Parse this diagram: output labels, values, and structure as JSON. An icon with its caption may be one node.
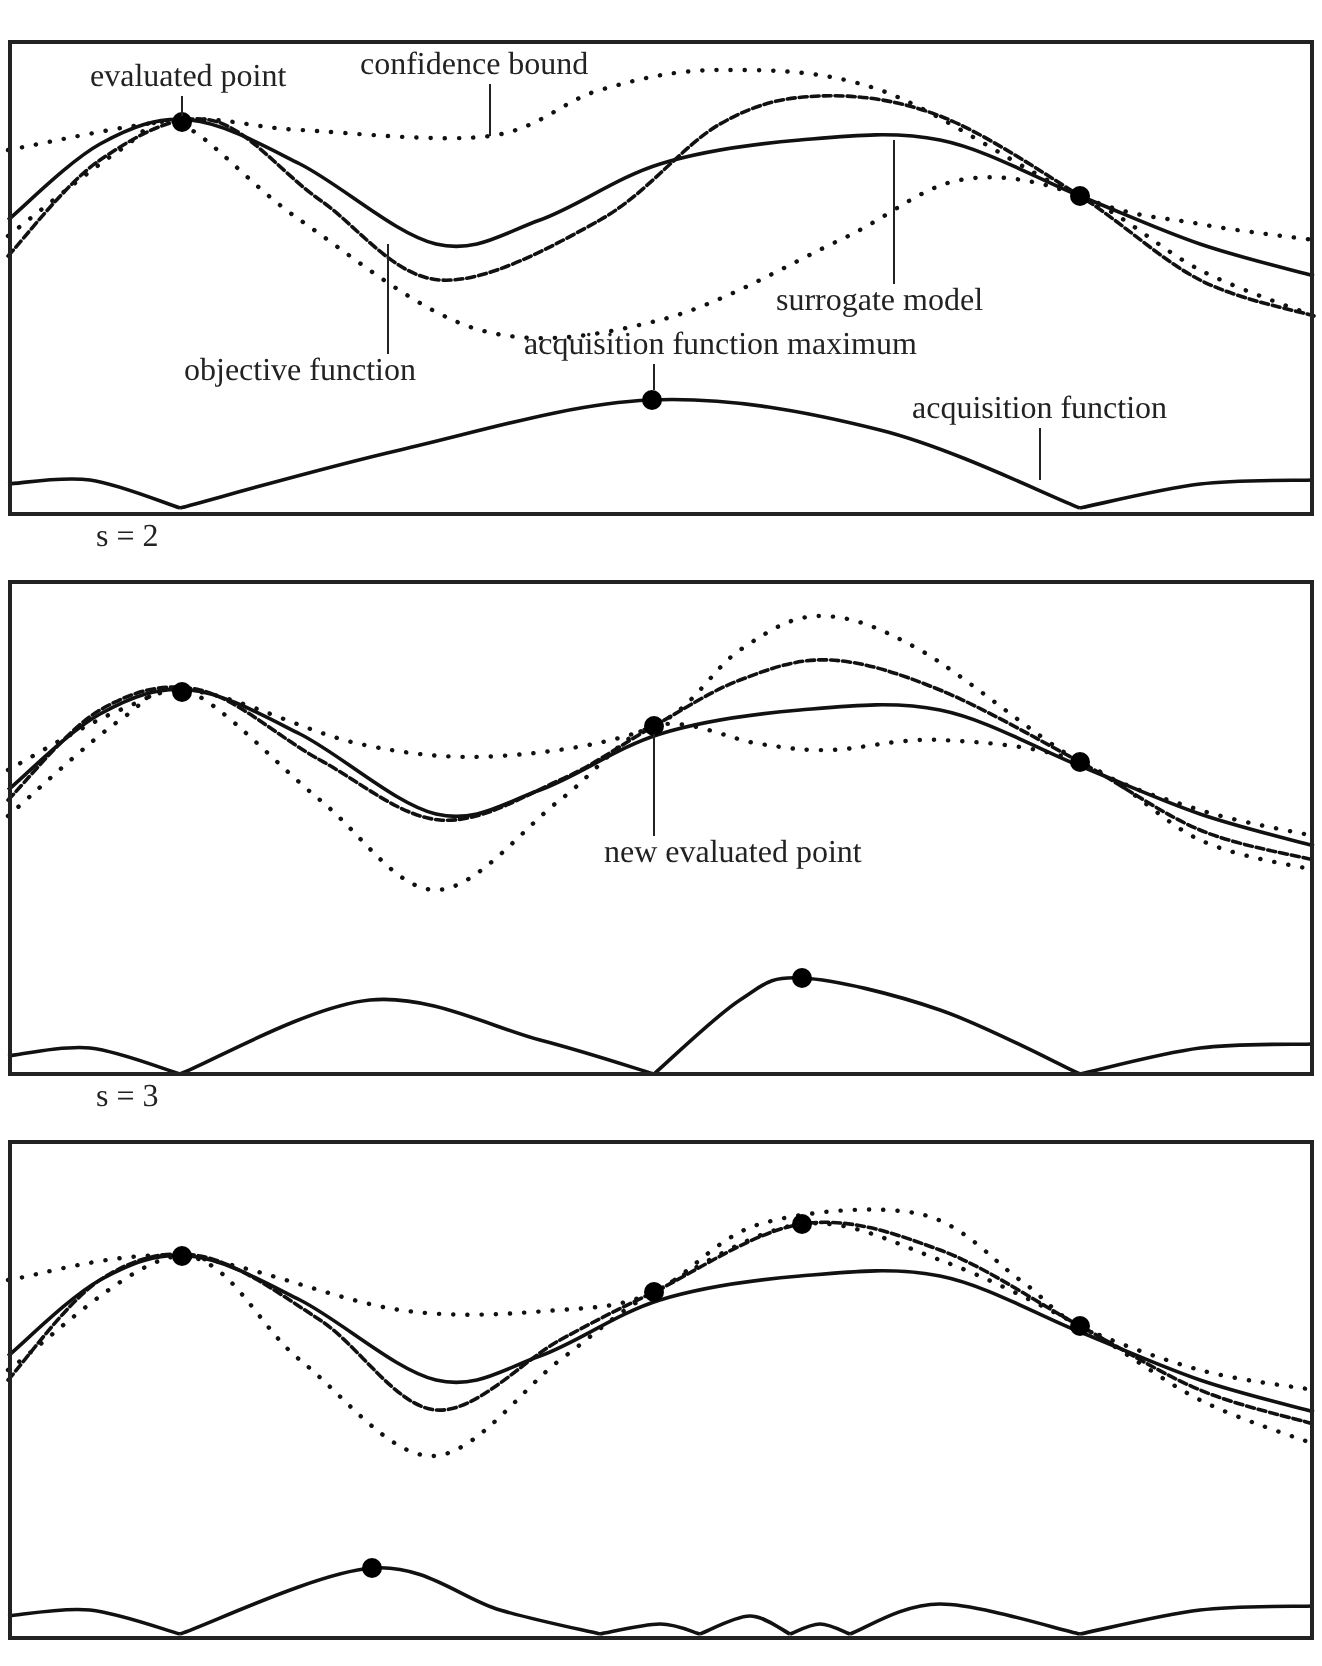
{
  "diagram": {
    "nodes": [
      {
        "text": [],
        "shape": "box"
      },
      {
        "text": [
          "evaluated point"
        ],
        "in": 0
      },
      {
        "text": [
          "confidence bound"
        ],
        "in": 0
      },
      {
        "text": [
          "surrogate model"
        ],
        "in": 0
      },
      {
        "text": [
          "acquisition function maximum"
        ],
        "in": 0
      },
      {
        "text": [
          "objective function"
        ],
        "in": 0
      },
      {
        "text": [
          "acquisition function"
        ],
        "in": 0
      },
      {
        "text": [
          "s = 2"
        ]
      },
      {
        "text": [
          "new evaluated point"
        ],
        "in": 7
      },
      {
        "text": [
          "s = 3"
        ]
      }
    ],
    "edges": [
      {
        "from": 1,
        "to": null,
        "arrow": "none"
      },
      {
        "from": 2,
        "to": null,
        "arrow": "none"
      },
      {
        "from": 3,
        "to": null,
        "arrow": "none"
      },
      {
        "from": 4,
        "to": null,
        "arrow": "none"
      },
      {
        "from": 5,
        "to": null,
        "arrow": "none"
      },
      {
        "from": 6,
        "to": null,
        "arrow": "none"
      },
      {
        "from": 8,
        "to": null,
        "arrow": "none"
      }
    ]
  }
}
